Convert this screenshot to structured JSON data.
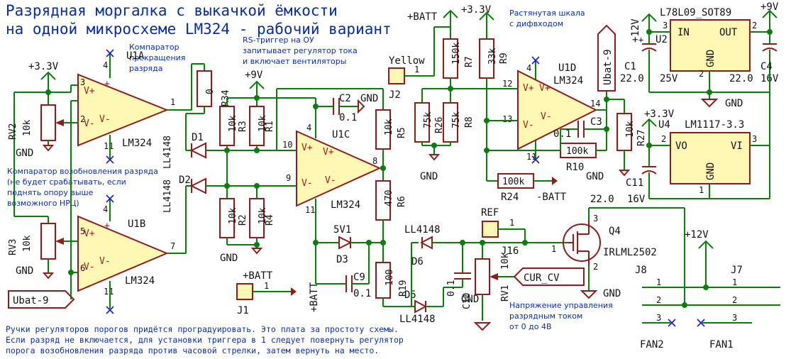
{
  "title": {
    "line1": "Разрядная моргалка с выкачкой ёмкости",
    "line2": "на одной микросхеме LM324 - рабочий вариант"
  },
  "notes": {
    "comparator_stop": [
      "Компаратор",
      "прекращения",
      "разряда"
    ],
    "rs_trigger": [
      "RS-триггер на ОУ",
      "запитывает регулятор тока",
      "и включает вентиляторы"
    ],
    "comparator_resume": [
      "Компаратор возобновления разряда",
      "(не будет срабатывать, если",
      "поднять опору выше",
      "возможного НРЦ)"
    ],
    "stretched_scale": [
      "Растянутая шкала",
      "с дифвходом"
    ],
    "control_voltage": [
      "Напряжение управления",
      "разрядным током",
      "от 0 до 4В"
    ],
    "bottom": [
      "Ручки регуляторов порогов придётся проградуировать. Это плата за простоту схемы.",
      "Если разряд не включается, для установки триггера в 1 следует повернуть регулятор",
      "порога возобновления разряда против часовой стрелки, затем вернуть на место."
    ]
  },
  "power": {
    "v33": "+3.3V",
    "v9": "+9V",
    "v12": "+12V",
    "batt": "+BATT",
    "nbatt": "-BATT",
    "gnd": "GND"
  },
  "opamps": {
    "u1a": {
      "ref": "U1A",
      "val": "LM324"
    },
    "u1b": {
      "ref": "U1B",
      "val": "LM324"
    },
    "u1c": {
      "ref": "U1C",
      "val": "LM324"
    },
    "u1d": {
      "ref": "U1D",
      "val": "LM324"
    }
  },
  "parts": {
    "rv2": {
      "ref": "RV2",
      "val": "10k"
    },
    "rv3": {
      "ref": "RV3",
      "val": "10k"
    },
    "rv1": {
      "ref": "RV1",
      "val": "10k"
    },
    "r34": {
      "ref": "R34",
      "val": "0"
    },
    "r1": {
      "ref": "R1",
      "val": "10k"
    },
    "r2": {
      "ref": "R2",
      "val": "10k"
    },
    "r3": {
      "ref": "R3",
      "val": "10k"
    },
    "r4": {
      "ref": "R4",
      "val": "10k"
    },
    "r5": {
      "ref": "R5",
      "val": "10k"
    },
    "r6": {
      "ref": "R6",
      "val": "470"
    },
    "r7": {
      "ref": "R7",
      "val": "150k"
    },
    "r8": {
      "ref": "R8",
      "val": "75k"
    },
    "r9": {
      "ref": "R9",
      "val": "33k"
    },
    "r10": {
      "ref": "R10",
      "val": "100k"
    },
    "r19": {
      "ref": "R19",
      "val": "100"
    },
    "r24": {
      "ref": "R24",
      "val": "100k"
    },
    "r26": {
      "ref": "R26",
      "val": "75k"
    },
    "r27": {
      "ref": "R27",
      "val": "10k"
    },
    "d1": {
      "ref": "D1",
      "val": "LL4148"
    },
    "d2": {
      "ref": "D2",
      "val": "LL4148"
    },
    "d3": {
      "ref": "D3",
      "val": "5V1"
    },
    "d5": {
      "ref": "D5",
      "val": "LL4148"
    },
    "d6": {
      "ref": "D6",
      "val": "LL4148"
    },
    "c1": {
      "ref": "C1",
      "val": "22.0",
      "volt": "25V"
    },
    "c2": {
      "ref": "C2",
      "val": "0.1"
    },
    "c3": {
      "ref": "C3",
      "val": "0.1"
    },
    "c4": {
      "ref": "C4",
      "val": "22.0",
      "volt": "16V"
    },
    "c9": {
      "ref": "C9",
      "val": "0.1"
    },
    "c10": {
      "ref": "C10",
      "val": "0.1"
    },
    "c11": {
      "ref": "C11",
      "val": "22.0",
      "volt": "16V"
    },
    "u2": {
      "ref": "U2",
      "val": "L78L09_SOT89",
      "in": "IN",
      "out": "OUT",
      "gnd": "GND"
    },
    "u4": {
      "ref": "U4",
      "val": "LM1117-3.3",
      "vo": "VO",
      "vi": "VI",
      "gnd": "GND"
    },
    "q4": {
      "ref": "Q4",
      "val": "IRLML2502"
    },
    "j1": {
      "ref": "J1"
    },
    "j2": {
      "ref": "J2",
      "val": "Yellow"
    },
    "j16": {
      "ref": "J16",
      "val": "REF"
    },
    "j7": {
      "ref": "J7",
      "val": "FAN1"
    },
    "j8": {
      "ref": "J8",
      "val": "FAN2"
    }
  },
  "labels": {
    "ubat9": "Ubat-9",
    "curcv": "CUR_CV"
  }
}
